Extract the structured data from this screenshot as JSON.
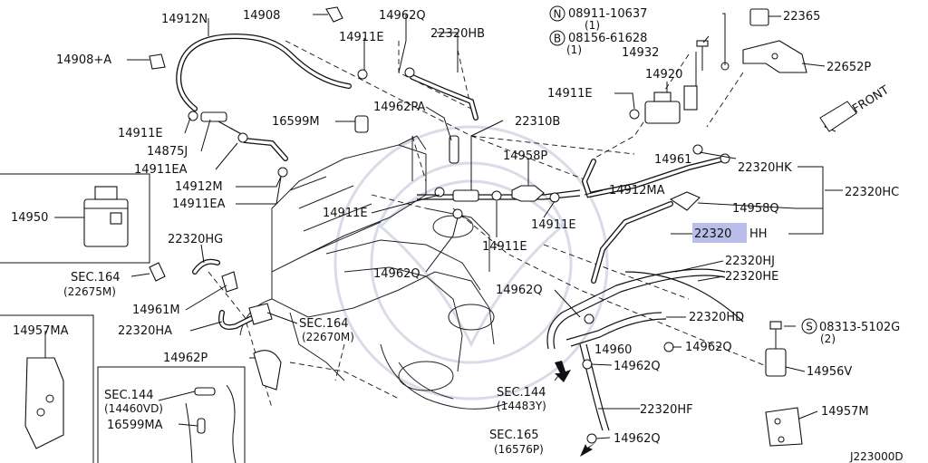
{
  "labels": {
    "p14912N": "14912N",
    "p14908": "14908",
    "p14962Q_top": "14962Q",
    "p14911E_top": "14911E",
    "p22320HB": "22320HB",
    "p14908A": "14908+A",
    "p14911E_left": "14911E",
    "p16599M": "16599M",
    "p14962PA": "14962PA",
    "p22310B": "22310B",
    "p14875J": "14875J",
    "p14911EA_1": "14911EA",
    "p14912M": "14912M",
    "p14911EA_2": "14911EA",
    "p14950": "14950",
    "p14911E_mid": "14911E",
    "p14958P": "14958P",
    "p14912MA": "14912MA",
    "p14911E_mid2": "14911E",
    "p14911E_mid3": "14911E",
    "p22320HG": "22320HG",
    "sec164_a": "SEC.164",
    "sec164_a_sub": "(22675M)",
    "p14961M": "14961M",
    "p22320HA": "22320HA",
    "sec164_b": "SEC.164",
    "sec164_b_sub": "(22670M)",
    "p14962Q_mid": "14962Q",
    "p14962Q_mid2": "14962Q",
    "p14957MA": "14957MA",
    "p14962P": "14962P",
    "sec144_a": "SEC.144",
    "sec144_a_sub": "(14460VD)",
    "p16599MA": "16599MA",
    "sec144_b": "SEC.144",
    "sec144_b_sub": "(14483Y)",
    "sec165": "SEC.165",
    "sec165_sub": "(16576P)",
    "bolt_n": "08911-10637",
    "bolt_n_qty": "(1)",
    "bolt_b": "08156-61628",
    "bolt_b_qty": "(1)",
    "p14932": "14932",
    "p14920": "14920",
    "p14911E_right": "14911E",
    "p22365": "22365",
    "p22652P": "22652P",
    "front": "FRONT",
    "p14961": "14961",
    "p22320HK": "22320HK",
    "p22320HC": "22320HC",
    "p14958Q": "14958Q",
    "p22320HH_hl": "22320",
    "p22320HH_tail": "HH",
    "p22320HJ": "22320HJ",
    "p22320HE": "22320HE",
    "p22320HD": "22320HD",
    "p14960": "14960",
    "p14962Q_r1": "14962Q",
    "p14962Q_r2": "14962Q",
    "p14962Q_r3": "14962Q",
    "p22320HF": "22320HF",
    "bolt_s": "08313-5102G",
    "bolt_s_qty": "(2)",
    "p14956V": "14956V",
    "p14957M": "14957M",
    "circ_n": "N",
    "circ_b": "B",
    "circ_s": "S",
    "diagram_id": "J223000D"
  },
  "colors": {
    "line": "#111111",
    "highlight": "#b9bde8",
    "watermark": "#d9dce8"
  }
}
